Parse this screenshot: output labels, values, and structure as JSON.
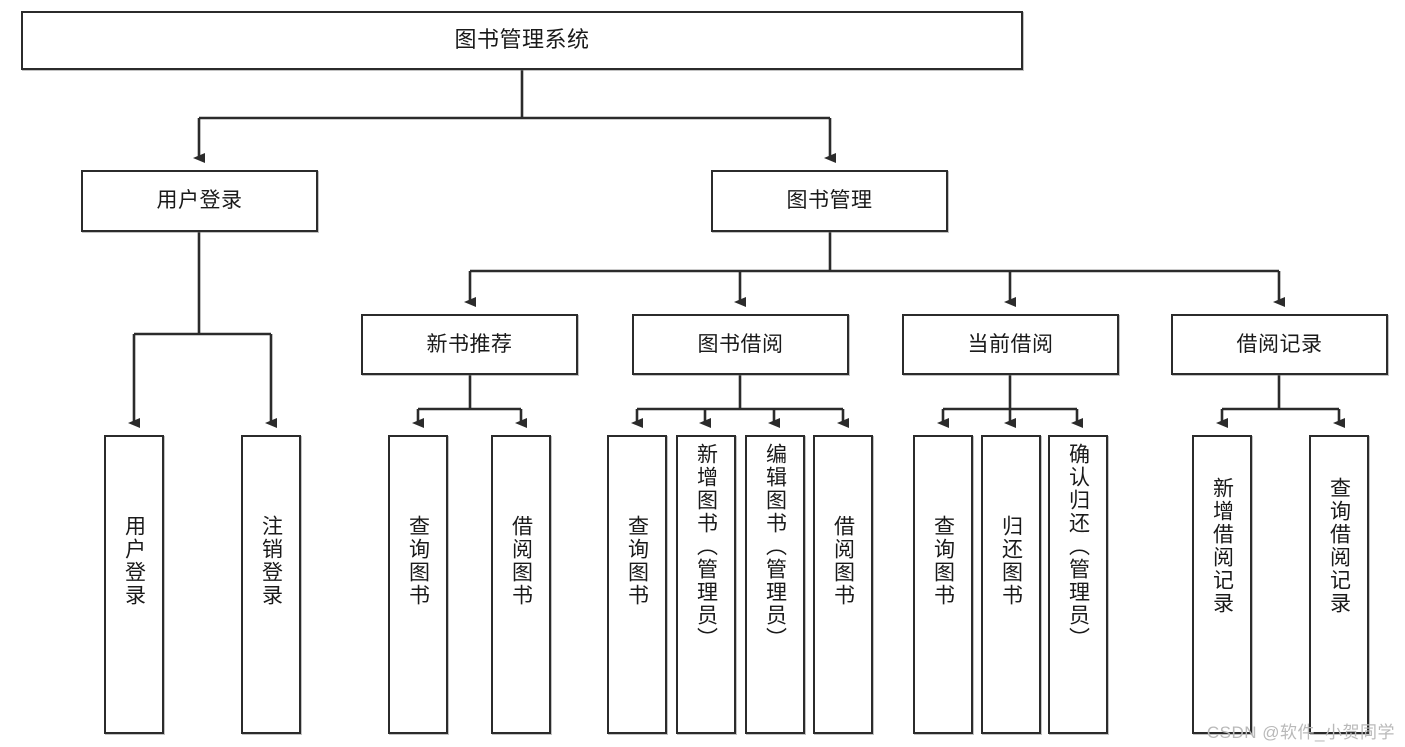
{
  "diagram": {
    "title": "图书管理系统",
    "type": "function-structure-tree",
    "orientation": "top-down",
    "line_color": "#2b2b2b",
    "box_fill": "#ffffff",
    "text_color": "#1a1a1a"
  },
  "watermark": {
    "text": "CSDN @软件_小贺同学",
    "color": "#b9b9b9"
  },
  "nodes": {
    "root": {
      "label": "图书管理系统"
    },
    "level2": [
      {
        "id": "user-login",
        "label": "用户登录"
      },
      {
        "id": "book-manage",
        "label": "图书管理"
      }
    ],
    "level3": [
      {
        "id": "new-book-recommend",
        "label": "新书推荐"
      },
      {
        "id": "book-borrow",
        "label": "图书借阅"
      },
      {
        "id": "current-borrow",
        "label": "当前借阅"
      },
      {
        "id": "borrow-record",
        "label": "借阅记录"
      }
    ],
    "leaves": {
      "user_login": [
        {
          "id": "leaf-user-login",
          "label": "用户登录"
        },
        {
          "id": "leaf-logout-login",
          "label": "注销登录"
        }
      ],
      "new_book_recommend": [
        {
          "id": "leaf-query-book-1",
          "label": "查询图书"
        },
        {
          "id": "leaf-borrow-book-1",
          "label": "借阅图书"
        }
      ],
      "book_borrow": [
        {
          "id": "leaf-query-book-2",
          "label": "查询图书"
        },
        {
          "id": "leaf-add-book",
          "label": "新增图书（管理员）"
        },
        {
          "id": "leaf-edit-book",
          "label": "编辑图书（管理员）"
        },
        {
          "id": "leaf-borrow-book-2",
          "label": "借阅图书"
        }
      ],
      "current_borrow": [
        {
          "id": "leaf-query-book-3",
          "label": "查询图书"
        },
        {
          "id": "leaf-return-book",
          "label": "归还图书"
        },
        {
          "id": "leaf-confirm-return",
          "label": "确认归还（管理员）"
        }
      ],
      "borrow_record": [
        {
          "id": "leaf-add-record",
          "label": "新增借阅记录"
        },
        {
          "id": "leaf-query-record",
          "label": "查询借阅记录"
        }
      ]
    }
  }
}
